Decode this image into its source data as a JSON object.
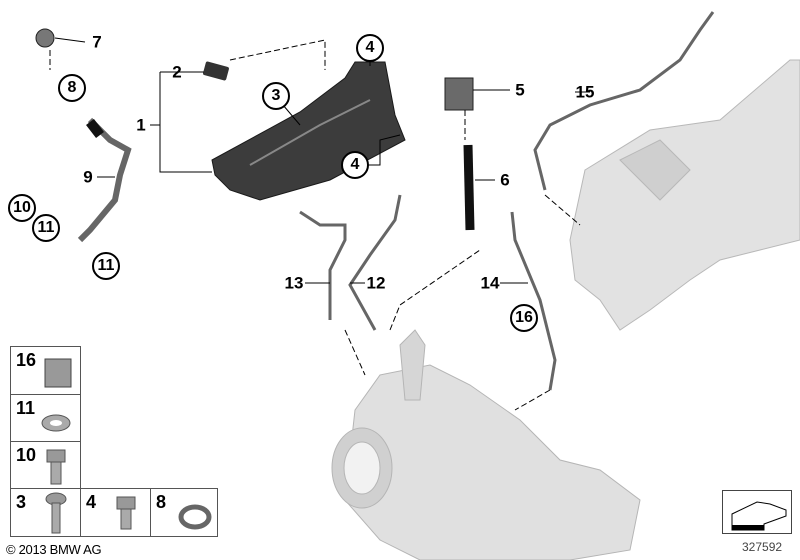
{
  "callouts": {
    "c1": "1",
    "c2": "2",
    "c3": "3",
    "c4a": "4",
    "c4b": "4",
    "c5": "5",
    "c6": "6",
    "c7": "7",
    "c8": "8",
    "c9": "9",
    "c10": "10",
    "c11a": "11",
    "c11b": "11",
    "c12": "12",
    "c13": "13",
    "c14": "14",
    "c15": "15",
    "c16": "16"
  },
  "legend": {
    "items": [
      {
        "num": "16",
        "part": "clip-nut"
      },
      {
        "num": "11",
        "part": "washer"
      },
      {
        "num": "10",
        "part": "hollow-bolt"
      },
      {
        "num": "3",
        "part": "screw"
      },
      {
        "num": "4",
        "part": "hex-bolt"
      },
      {
        "num": "8",
        "part": "hose-clamp"
      }
    ]
  },
  "footer": {
    "copyright": "© 2013 BMW AG",
    "image_number": "327592"
  },
  "colors": {
    "line": "#000000",
    "part": "#3a3a3a",
    "ghost": "#d8d8d8"
  }
}
